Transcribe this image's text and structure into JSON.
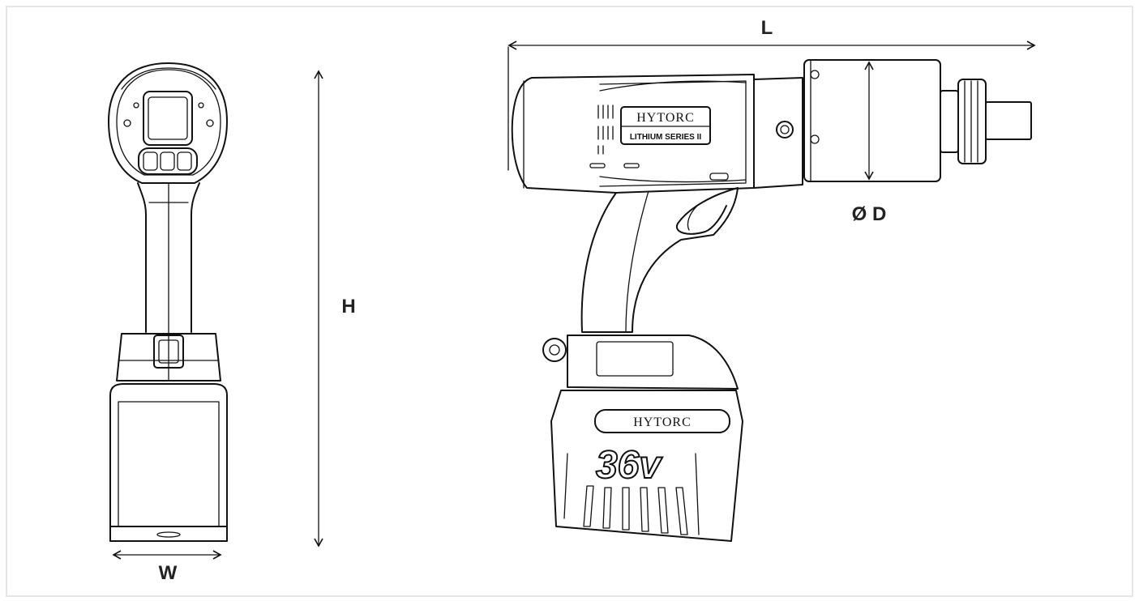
{
  "dimensions": {
    "length": "L",
    "height": "H",
    "width": "W",
    "diameter": "Ø D"
  },
  "tool": {
    "brand": "HYTORC",
    "series": "LITHIUM SERIES II",
    "battery_brand": "HYTORC",
    "voltage": "36v"
  },
  "colors": {
    "line": "#111111",
    "frame": "#e6e6e6",
    "background": "#ffffff"
  }
}
